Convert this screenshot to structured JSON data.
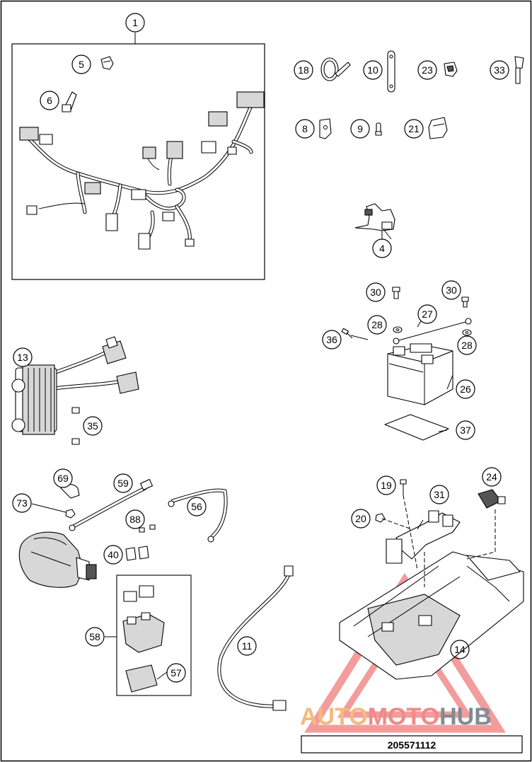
{
  "diagram": {
    "drawing_number": "205571112",
    "watermark": {
      "part1": "AUTO",
      "part2": "MOTO",
      "part3": "HUB",
      "color1": "#f6b980",
      "color2": "#f08a8a",
      "color3": "#7f8c93",
      "triangle_color": "#f28b8b"
    },
    "callouts": {
      "c1": "1",
      "c4": "4",
      "c5": "5",
      "c6": "6",
      "c8": "8",
      "c9": "9",
      "c10": "10",
      "c11": "11",
      "c13": "13",
      "c14": "14",
      "c18": "18",
      "c19": "19",
      "c20": "20",
      "c21": "21",
      "c23": "23",
      "c24": "24",
      "c26": "26",
      "c27": "27",
      "c28a": "28",
      "c28b": "28",
      "c30a": "30",
      "c30b": "30",
      "c31": "31",
      "c33": "33",
      "c35": "35",
      "c36": "36",
      "c37": "37",
      "c40": "40",
      "c56": "56",
      "c57": "57",
      "c58": "58",
      "c59": "59",
      "c69": "69",
      "c73": "73",
      "c88": "88"
    }
  }
}
